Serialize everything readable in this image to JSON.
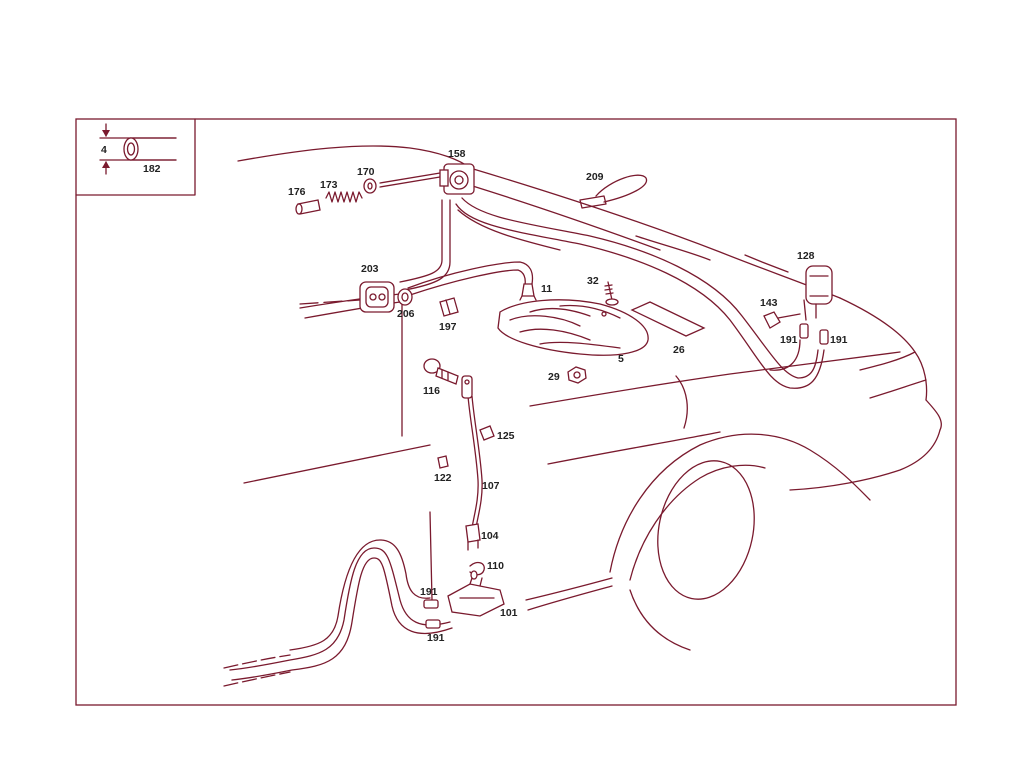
{
  "legend": {
    "dimension": "4",
    "part_number": "182"
  },
  "callouts": [
    {
      "id": "c158",
      "text": "158"
    },
    {
      "id": "c170",
      "text": "170"
    },
    {
      "id": "c173",
      "text": "173"
    },
    {
      "id": "c176",
      "text": "176"
    },
    {
      "id": "c209",
      "text": "209"
    },
    {
      "id": "c203",
      "text": "203"
    },
    {
      "id": "c206",
      "text": "206"
    },
    {
      "id": "c197",
      "text": "197"
    },
    {
      "id": "c11",
      "text": "11"
    },
    {
      "id": "c32",
      "text": "32"
    },
    {
      "id": "c26",
      "text": "26"
    },
    {
      "id": "c5",
      "text": "5"
    },
    {
      "id": "c29",
      "text": "29"
    },
    {
      "id": "c128",
      "text": "128"
    },
    {
      "id": "c143",
      "text": "143"
    },
    {
      "id": "c191a",
      "text": "191"
    },
    {
      "id": "c191b",
      "text": "191"
    },
    {
      "id": "c116",
      "text": "116"
    },
    {
      "id": "c125",
      "text": "125"
    },
    {
      "id": "c122",
      "text": "122"
    },
    {
      "id": "c107",
      "text": "107"
    },
    {
      "id": "c104",
      "text": "104"
    },
    {
      "id": "c110",
      "text": "110"
    },
    {
      "id": "c191c",
      "text": "191"
    },
    {
      "id": "c101",
      "text": "101"
    },
    {
      "id": "c191d",
      "text": "191"
    }
  ],
  "colors": {
    "ink": "#7a1a2e",
    "label": "#222222",
    "background": "#ffffff"
  }
}
